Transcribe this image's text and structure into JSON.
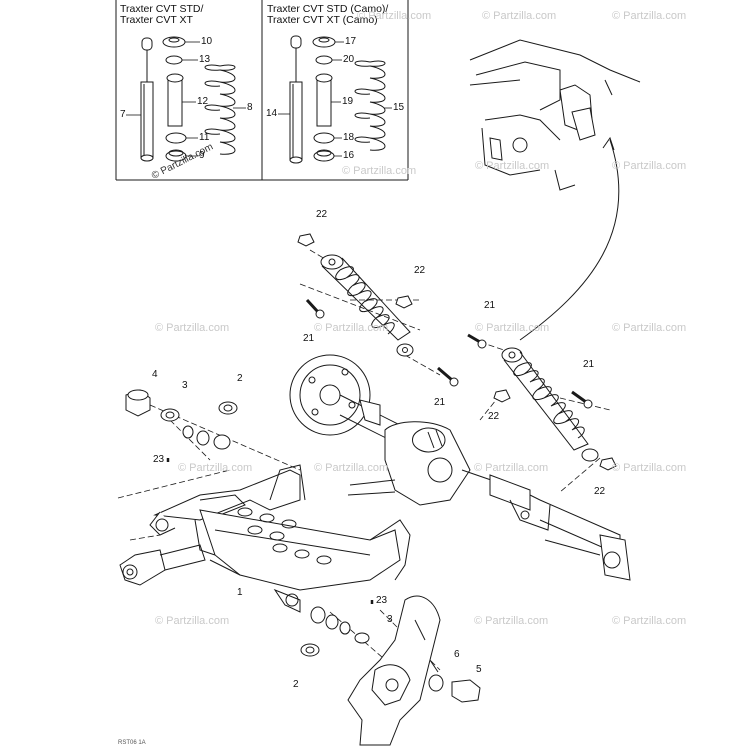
{
  "inset_left_title": "Traxter CVT STD/\nTraxter CVT XT",
  "inset_right_title": "Traxter CVT STD (Camo)/\nTraxter CVT XT (Camo)",
  "watermark_text": "© Partzilla.com",
  "doc_ref": "RST06 1A",
  "callouts": {
    "c10": "10",
    "c13": "13",
    "c12": "12",
    "c8": "8",
    "c7": "7",
    "c11": "11",
    "c9": "9",
    "c17": "17",
    "c20": "20",
    "c19": "19",
    "c15": "15",
    "c14": "14",
    "c18": "18",
    "c16": "16",
    "c22a": "22",
    "c22b": "22",
    "c21a": "21",
    "c21b": "21",
    "c21c": "21",
    "c21d": "21",
    "c22c": "22",
    "c22d": "22",
    "c4a": "4",
    "c3a": "3",
    "c2a": "2",
    "c23a": "23",
    "c1": "1",
    "c23b": "23",
    "c3b": "3",
    "c6": "6",
    "c5": "5",
    "c2b": "2"
  },
  "colors": {
    "line": "#1a1a1a",
    "watermark": "#c9c9c9",
    "fill": "#ffffff"
  }
}
